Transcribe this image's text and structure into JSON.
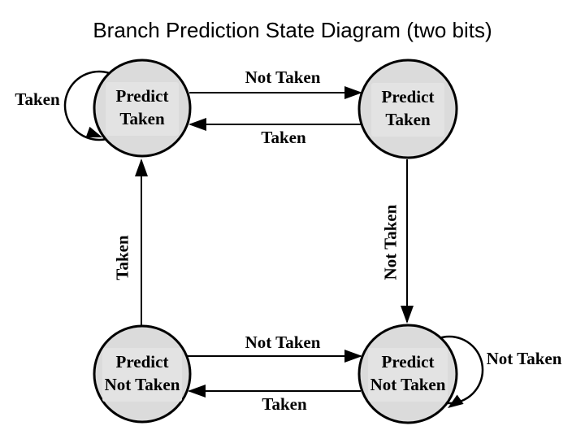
{
  "title": "Branch Prediction State Diagram (two bits)",
  "colors": {
    "background": "#ffffff",
    "state_fill": "#dbdbdb",
    "state_inner": "#e3e3e3",
    "line": "#000000",
    "text": "#000000"
  },
  "states": [
    {
      "id": "predict-taken-strong",
      "line1": "Predict",
      "line2": "Taken"
    },
    {
      "id": "predict-taken-weak",
      "line1": "Predict",
      "line2": "Taken"
    },
    {
      "id": "predict-not-taken-weak",
      "line1": "Predict",
      "line2": "Not Taken"
    },
    {
      "id": "predict-not-taken-strong",
      "line1": "Predict",
      "line2": "Not Taken"
    }
  ],
  "transitions": {
    "self_top_left": "Taken",
    "top_to_right": "Not Taken",
    "top_to_left": "Taken",
    "left_up": "Taken",
    "right_down": "Not Taken",
    "bottom_to_right": "Not Taken",
    "bottom_to_left": "Taken",
    "self_bottom_right": "Not Taken"
  }
}
